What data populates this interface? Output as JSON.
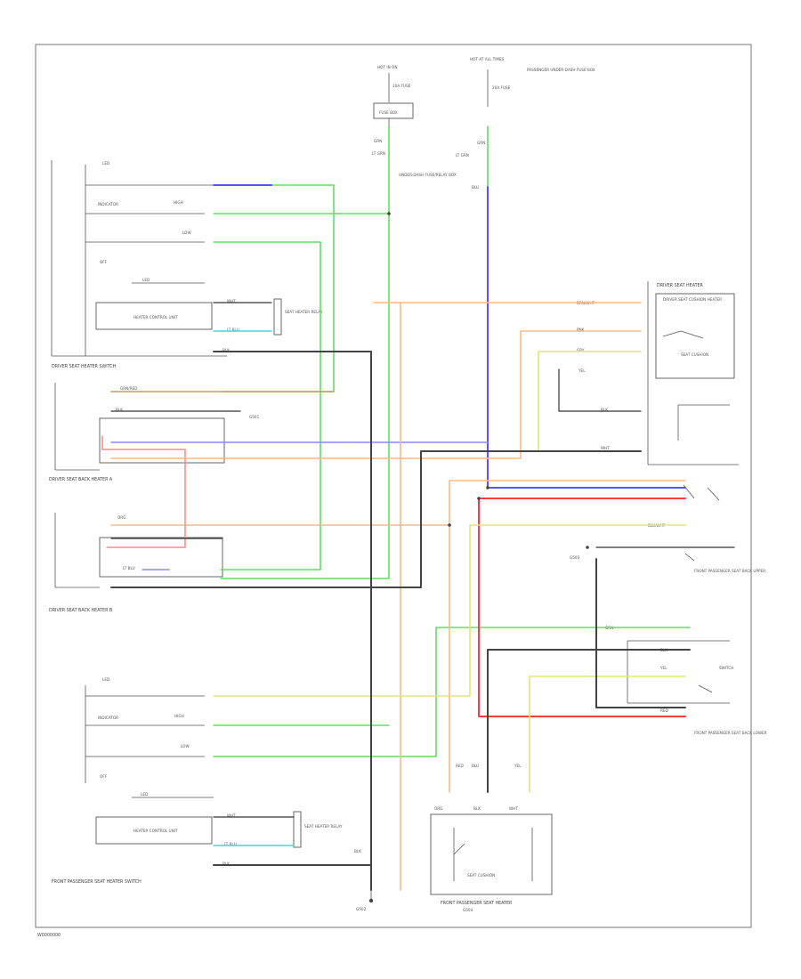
{
  "figure_code": "W0000000",
  "components": {
    "driver_heater_switch": "DRIVER SEAT HEATER SWITCH",
    "passenger_heater_switch": "FRONT PASSENGER SEAT HEATER SWITCH",
    "driver_heater": "DRIVER SEAT HEATER",
    "passenger_heater": "FRONT PASSENGER SEAT HEATER",
    "driver_cushion_heater": "DRIVER SEAT CUSHION HEATER",
    "seat_cushion": "SEAT CUSHION",
    "driver_back_heater_a": "DRIVER SEAT BACK HEATER A",
    "driver_back_heater_b": "DRIVER SEAT BACK HEATER B",
    "front_pass_back_upper": "FRONT PASSENGER SEAT BACK UPPER",
    "front_pass_back_lower": "FRONT PASSENGER SEAT BACK LOWER",
    "hot_in_on": "HOT IN ON",
    "hot_at_all_times": "HOT AT ALL TIMES",
    "fuse_a": "10A FUSE",
    "fuse_b": "20A FUSE",
    "fuse_box": "FUSE BOX",
    "under_dash_fuse_box": "UNDER-DASH FUSE/RELAY BOX",
    "passenger_fuse_box": "PASSENGER UNDER-DASH FUSE BOX",
    "seat_heater_relay": "SEAT HEATER RELAY",
    "ground_g501": "G501",
    "ground_g502": "G502",
    "ground_g503": "G503",
    "ground_g504": "G504",
    "indicator": "INDICATOR",
    "high": "HIGH",
    "low": "LOW",
    "off": "OFF",
    "led": "LED",
    "heater_control_unit": "HEATER CONTROL UNIT",
    "switch": "SWITCH"
  },
  "wire_labels": {
    "grn_red": "GRN/RED",
    "lt_grn": "LT GRN",
    "grn": "GRN",
    "blu": "BLU",
    "blk": "BLK",
    "wht": "WHT",
    "yel": "YEL",
    "red": "RED",
    "brn_wht": "BRN/WHT",
    "org": "ORG",
    "pnk": "PNK",
    "lt_blu": "LT BLU",
    "gry": "GRY",
    "blu_wht": "BLU/WHT"
  },
  "colors": {
    "green": "#5fe05f",
    "blue": "#5555ff",
    "red": "#ff3c3c",
    "orange": "#f5b988",
    "yellow": "#e6e37a",
    "gray": "#444444",
    "cyan": "#3fd8d8"
  }
}
